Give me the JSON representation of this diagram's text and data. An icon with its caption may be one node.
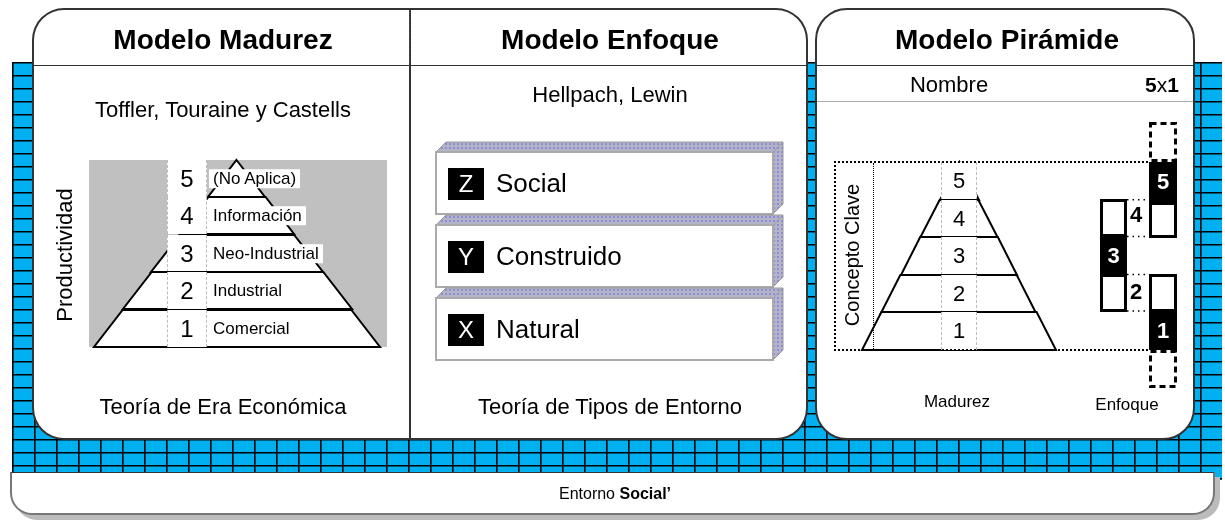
{
  "diagram": {
    "nodes": [
      {
        "text": [
          "Entorno **Social’**"
        ]
      },
      {
        "text": [
          "Modelo Madurez",
          "Toffler, Touraine y Castells",
          "Teoría de Era Económica"
        ]
      },
      {
        "text": [
          "5",
          "(No Aplica)"
        ],
        "in": 1
      },
      {
        "text": [
          "4",
          "Información"
        ],
        "in": 1
      },
      {
        "text": [
          "3",
          "Neo-Industrial"
        ],
        "in": 1
      },
      {
        "text": [
          "2",
          "Industrial"
        ],
        "in": 1
      },
      {
        "text": [
          "1",
          "Comercial"
        ],
        "in": 1
      },
      {
        "text": [
          "Modelo Enfoque",
          "Hellpach, Lewin",
          "Teoría de Tipos de Entorno"
        ]
      },
      {
        "text": [
          "Z",
          "Social"
        ],
        "in": 7
      },
      {
        "text": [
          "Y",
          "Construido"
        ],
        "in": 7
      },
      {
        "text": [
          "X",
          "Natural"
        ],
        "in": 7
      },
      {
        "text": [
          "Modelo Pirámide",
          "Nombre",
          "**5**x**1**"
        ]
      },
      {
        "text": [
          "5"
        ],
        "in": 11
      },
      {
        "text": [
          "4"
        ],
        "in": 11
      },
      {
        "text": [
          "3"
        ],
        "in": 11
      },
      {
        "text": [
          "2"
        ],
        "in": 11
      },
      {
        "text": [
          "1"
        ],
        "in": 11
      },
      {
        "text": [
          "5"
        ],
        "in": 11
      },
      {
        "text": [
          "3"
        ],
        "in": 11
      },
      {
        "text": [
          "1"
        ],
        "in": 11
      }
    ],
    "labels": [
      "Productividad",
      "Concepto Clave",
      "4",
      "2",
      "Madurez",
      "Enfoque"
    ]
  }
}
